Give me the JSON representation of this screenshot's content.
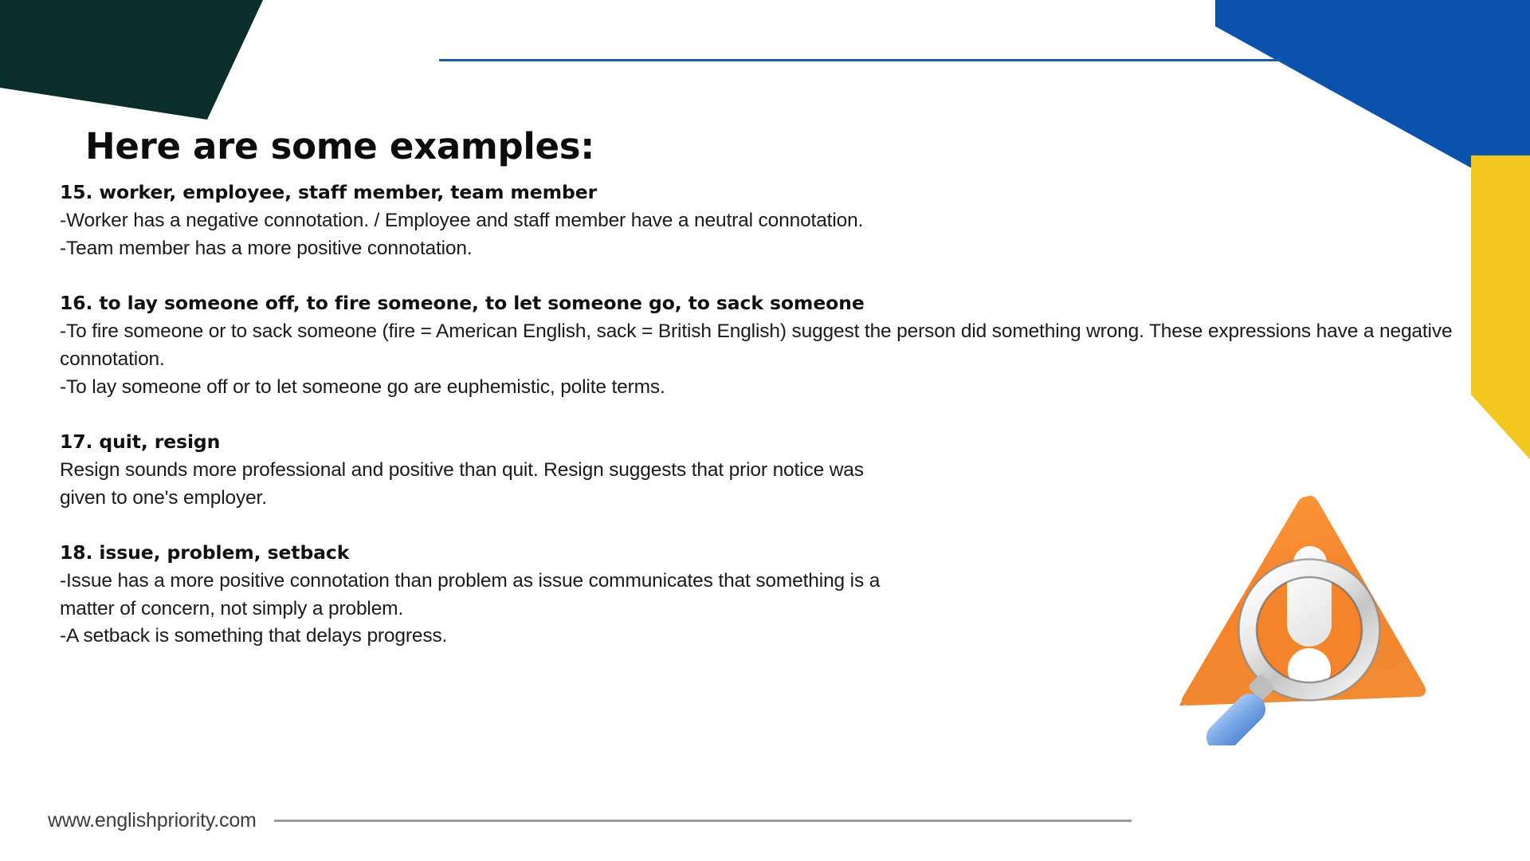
{
  "slide": {
    "title": "Here are some examples:",
    "background_color": "#ffffff"
  },
  "decor": {
    "teal_shape_color": "#0a2e2c",
    "blue_shape_color": "#0b52ac",
    "yellow_shape_color": "#f2c820",
    "top_rule_color": "#1f5bad",
    "footer_rule_color": "#9b9b9b",
    "teal_shape_name": "teal-corner-polygon",
    "blue_shape_name": "blue-corner-polygon",
    "yellow_shape_name": "yellow-corner-polygon"
  },
  "entries": [
    {
      "heading": "15. worker, employee, staff member, team member",
      "lines": [
        "-Worker has a negative connotation.  / Employee and staff member have a neutral connotation.",
        "-Team member has a more positive connotation."
      ]
    },
    {
      "heading": "16. to lay someone off, to fire someone, to let someone go, to sack someone",
      "lines": [
        "-To fire someone or to sack someone (fire = American English, sack = British English) suggest the person did something wrong. These expressions have a negative connotation.",
        "-To lay someone off or to let someone go are euphemistic, polite terms."
      ]
    },
    {
      "heading": "17. quit, resign",
      "lines": [
        "Resign sounds more professional and positive than quit. Resign suggests that prior notice was given to one's employer."
      ]
    },
    {
      "heading": "18. issue, problem, setback",
      "lines": [
        "-Issue has a more positive connotation than problem as issue communicates that something is a matter of concern, not simply a problem.",
        "-A setback is something that delays progress."
      ]
    }
  ],
  "illustration": {
    "name": "warning-triangle-with-magnifier",
    "triangle_color": "#f5832a",
    "triangle_shadow_color": "#e2661d",
    "exclamation_color": "#ffffff",
    "magnifier_ring_color": "#d8d8d8",
    "magnifier_handle_color": "#7aa8e8"
  },
  "footer": {
    "url": "www.englishpriority.com"
  }
}
